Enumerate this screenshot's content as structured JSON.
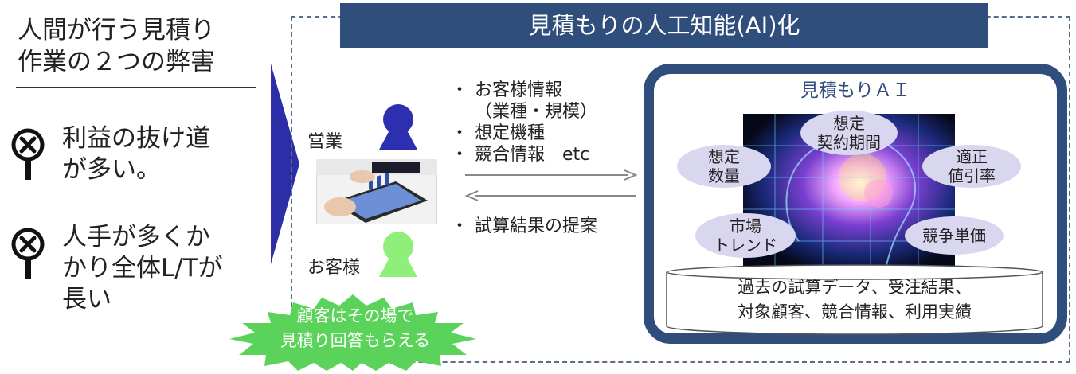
{
  "left_panel": {
    "title_line1": "人間が行う見積り",
    "title_line2": "作業の２つの弊害",
    "issues": [
      {
        "text": "利益の抜け道\nが多い。",
        "icon": "magnifier-x-icon"
      },
      {
        "text": "人手が多くか\nかり全体L/Tが\n長い",
        "icon": "magnifier-x-icon"
      }
    ]
  },
  "banner": {
    "title": "見積もりの人工知能(AI)化"
  },
  "roles": {
    "sales": "営業",
    "customer": "お客様"
  },
  "info_list": {
    "items": [
      "お客様情報",
      "想定機種",
      "競合情報　etc"
    ],
    "sub_item": "（業種・規模）"
  },
  "proposal": "試算結果の提案",
  "ai": {
    "title": "見積もりＡＩ",
    "factors": {
      "contract_period": "想定\n契約期間",
      "quantity": "想定\n数量",
      "discount": "適正\n値引率",
      "market": "市場\nトレンド",
      "unit_price": "競争単価"
    },
    "database": "過去の試算データ、受注結果、\n対象顧客、競合情報、利用実績"
  },
  "callout": "顧客はその場で\n見積り回答もらえる",
  "colors": {
    "navy": "#2f4e7b",
    "arrow_blue": "#2c2ea8",
    "sales_person": "#2b2fb0",
    "customer_person": "#8ef07a",
    "bubble": "#d9d7ef",
    "burst": "#5bd35b"
  }
}
